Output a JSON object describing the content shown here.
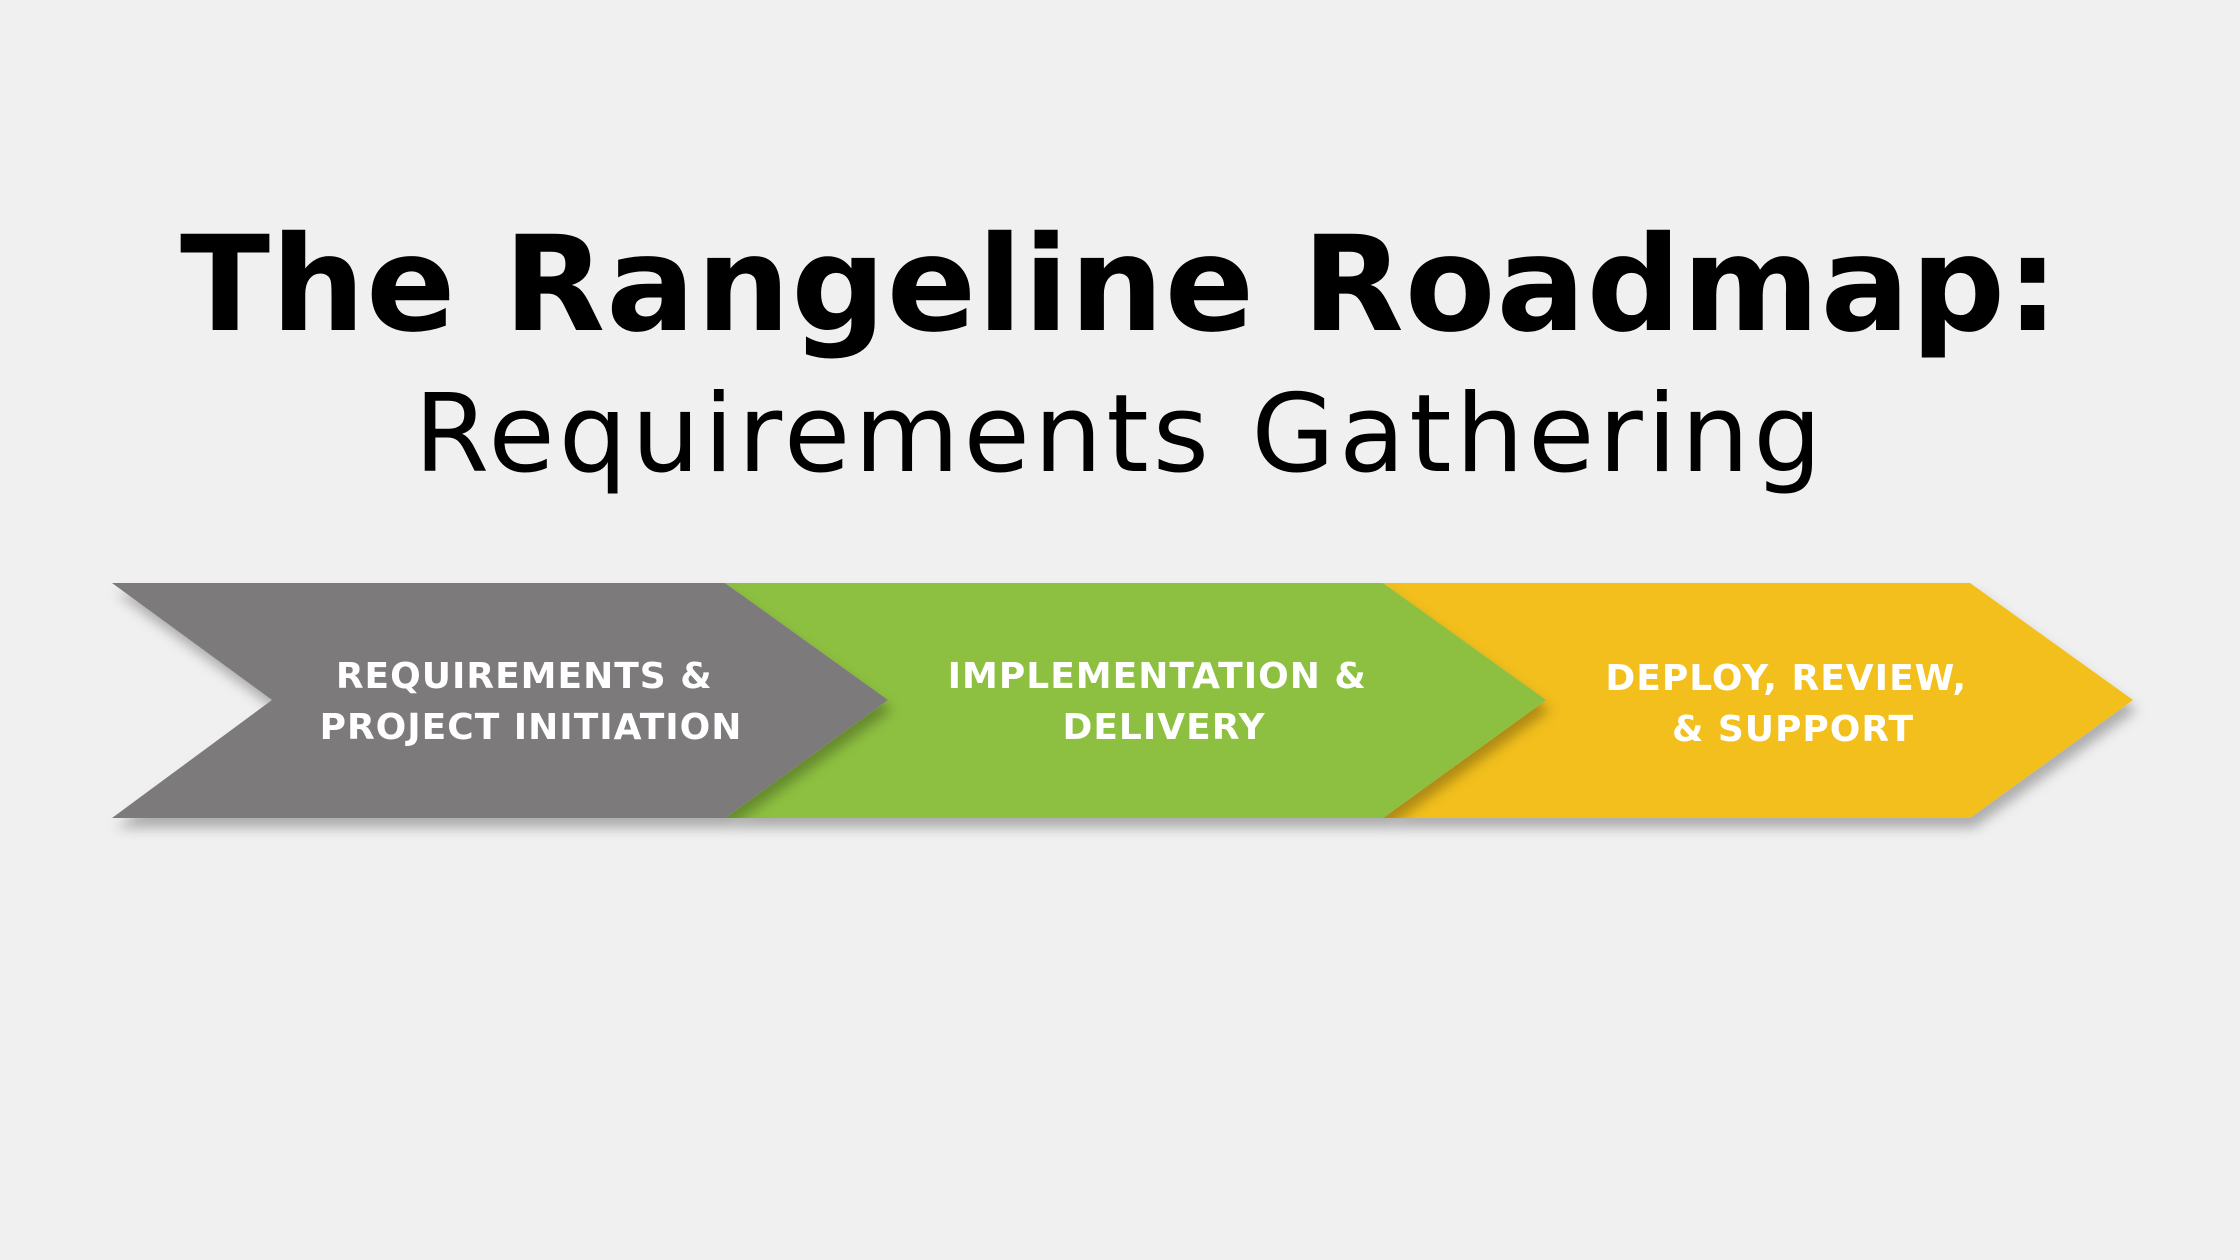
{
  "title": {
    "main": "The Rangeline Roadmap:",
    "sub": "Requirements Gathering"
  },
  "steps": [
    {
      "line1": "REQUIREMENTS &",
      "line2": "PROJECT INITIATION",
      "color": "#7d7a7b"
    },
    {
      "line1": "IMPLEMENTATION &",
      "line2": "DELIVERY",
      "color": "#8dc03f"
    },
    {
      "line1": "DEPLOY, REVIEW,",
      "line2": "& SUPPORT",
      "color": "#f2bf1a"
    }
  ],
  "colors": {
    "background": "#f0f0f0",
    "title_text": "#000000",
    "step_text": "#ffffff"
  }
}
